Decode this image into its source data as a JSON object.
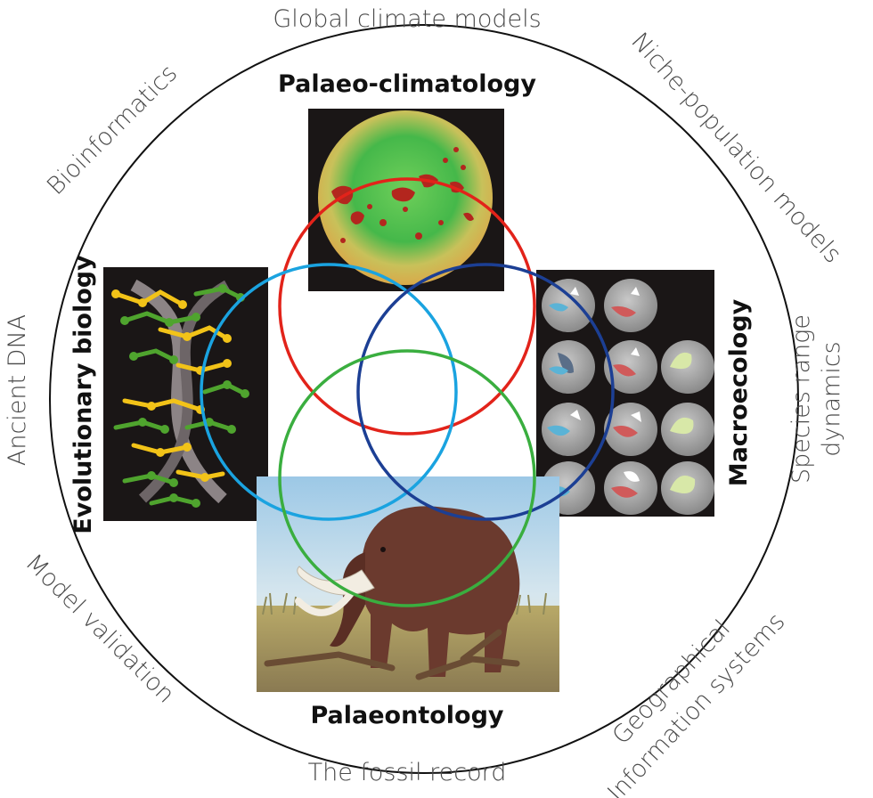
{
  "diagram": {
    "outer_labels": {
      "top": "Global climate models",
      "top_right": "Niche-population models",
      "right_line1": "Species range",
      "right_line2": "dynamics",
      "bottom_right_line1": "Geographical",
      "bottom_right_line2": "Information systems",
      "bottom": "The fossil record",
      "bottom_left": "Model validation",
      "left": "Ancient DNA",
      "top_left": "Bioinformatics"
    },
    "disciplines": {
      "top": "Palaeo-climatology",
      "left": "Evolutionary biology",
      "right": "Macroecology",
      "bottom": "Palaeontology"
    },
    "colors": {
      "outer_ring": "#111111",
      "palaeo_climatology_circle": "#e2231a",
      "evolutionary_biology_circle": "#1aa3e0",
      "macroecology_circle": "#1c3f94",
      "palaeontology_circle": "#3aae3f"
    }
  }
}
